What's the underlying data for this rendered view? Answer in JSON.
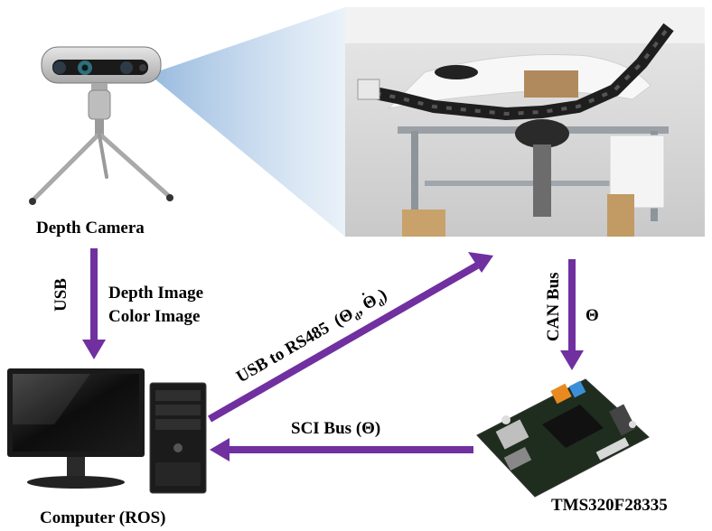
{
  "labels": {
    "depth_camera": "Depth Camera",
    "usb": "USB",
    "depth_image": "Depth Image",
    "color_image": "Color Image",
    "usb_to_rs485": "USB to RS485",
    "can_bus": "CAN Bus",
    "theta": "Θ",
    "sci_bus": "SCI Bus (Θ)",
    "computer": "Computer (ROS)",
    "board": "TMS320F28335",
    "rs485_theta": "Θ",
    "rs485_theta_dot": "Θ",
    "subscript_d": "d"
  },
  "colors": {
    "arrow": "#7030A0",
    "beam": "#BDD7EE"
  }
}
